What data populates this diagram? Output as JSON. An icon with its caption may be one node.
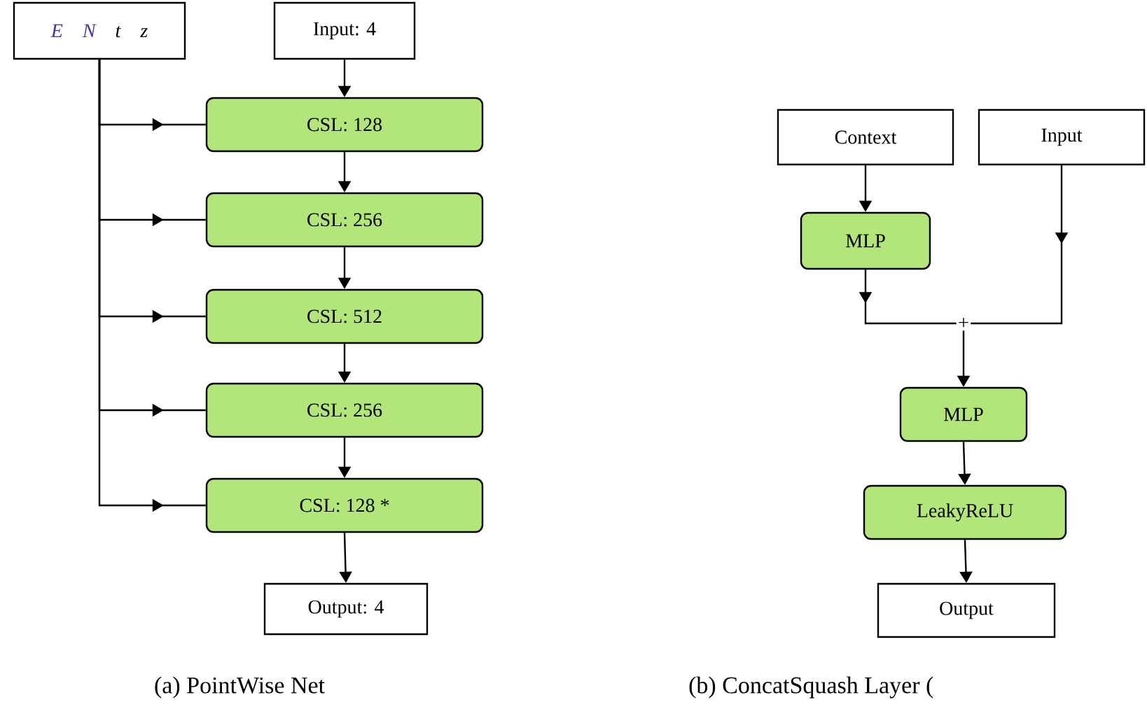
{
  "diagram": {
    "nodes": [
      {
        "text": [
          "E",
          "N",
          "t",
          "z"
        ]
      },
      {
        "text": [
          "Input: 4"
        ]
      },
      {
        "text": [
          "CSL: 128"
        ]
      },
      {
        "text": [
          "CSL: 256"
        ]
      },
      {
        "text": [
          "CSL: 512"
        ]
      },
      {
        "text": [
          "CSL: 256"
        ]
      },
      {
        "text": [
          "CSL: 128 *"
        ]
      },
      {
        "text": [
          "Output: 4"
        ]
      },
      {
        "text": [
          "Context"
        ]
      },
      {
        "text": [
          "Input"
        ]
      },
      {
        "text": [
          "MLP"
        ]
      },
      {
        "text": [
          "+"
        ]
      },
      {
        "text": [
          "MLP"
        ]
      },
      {
        "text": [
          "LeakyReLU"
        ]
      },
      {
        "text": [
          "Output"
        ]
      }
    ],
    "edges": [
      {
        "from": 1,
        "to": 2,
        "arrow": "to"
      },
      {
        "from": 2,
        "to": 3,
        "arrow": "to"
      },
      {
        "from": 3,
        "to": 4,
        "arrow": "to"
      },
      {
        "from": 4,
        "to": 5,
        "arrow": "to"
      },
      {
        "from": 5,
        "to": 6,
        "arrow": "to"
      },
      {
        "from": 6,
        "to": 7,
        "arrow": "to"
      },
      {
        "from": 0,
        "to": 2,
        "arrow": "to"
      },
      {
        "from": 0,
        "to": 3,
        "arrow": "to"
      },
      {
        "from": 0,
        "to": 4,
        "arrow": "to"
      },
      {
        "from": 0,
        "to": 5,
        "arrow": "to"
      },
      {
        "from": 0,
        "to": 6,
        "arrow": "to"
      },
      {
        "from": 8,
        "to": 10,
        "arrow": "to"
      },
      {
        "from": 10,
        "to": 11,
        "arrow": "to"
      },
      {
        "from": 9,
        "to": 11,
        "arrow": "to"
      },
      {
        "from": 11,
        "to": 12,
        "arrow": "to"
      },
      {
        "from": 12,
        "to": 13,
        "arrow": "to"
      },
      {
        "from": 13,
        "to": 14,
        "arrow": "to"
      }
    ],
    "labels": [
      "(a) PointWise Net",
      "(b) ConcatSquash Layer ("
    ]
  }
}
